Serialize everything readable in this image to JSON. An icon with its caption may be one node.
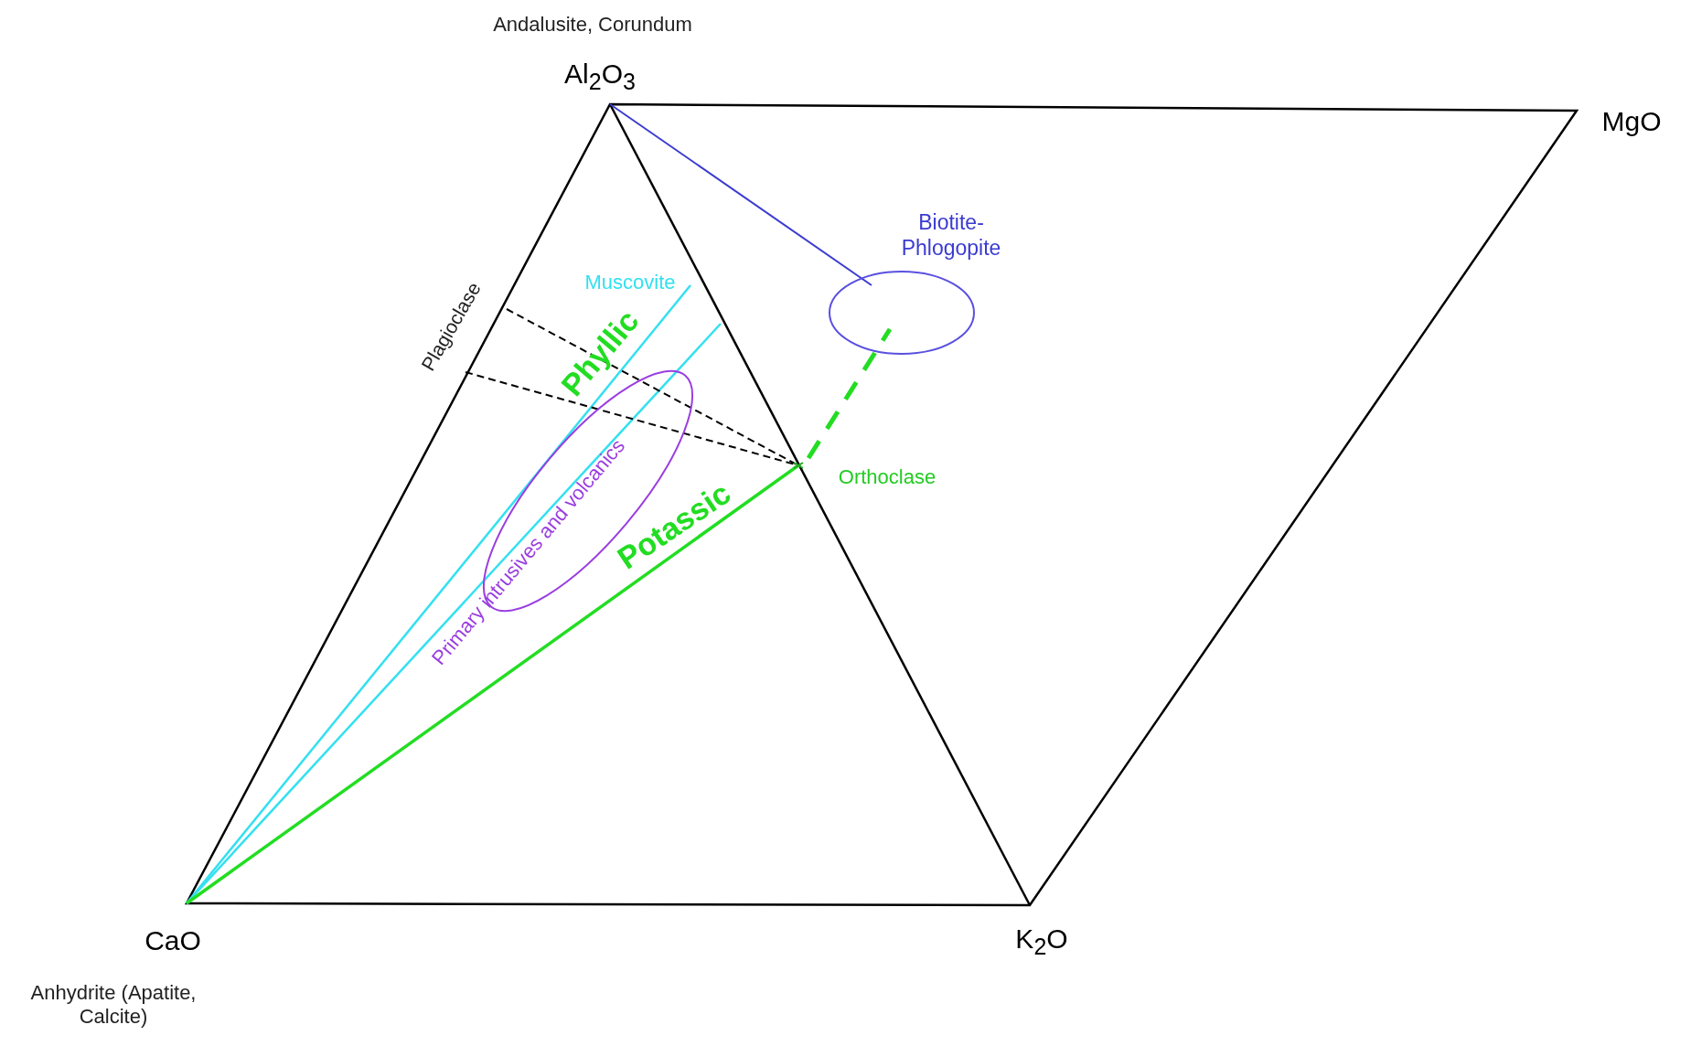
{
  "diagram": {
    "labels": [
      "Andalusite, Corundum",
      "Al$_{2}$O$_{3}$",
      "MgO",
      "Biotite- Phlogopite",
      "Muscovite",
      "Plagioclase",
      "Phyllic",
      "Orthoclase",
      "Primary intrusives and volcanics",
      "Potassic",
      "CaO",
      "K$_{2}$O",
      "Anhydrite (Apatite, Calcite)"
    ]
  }
}
